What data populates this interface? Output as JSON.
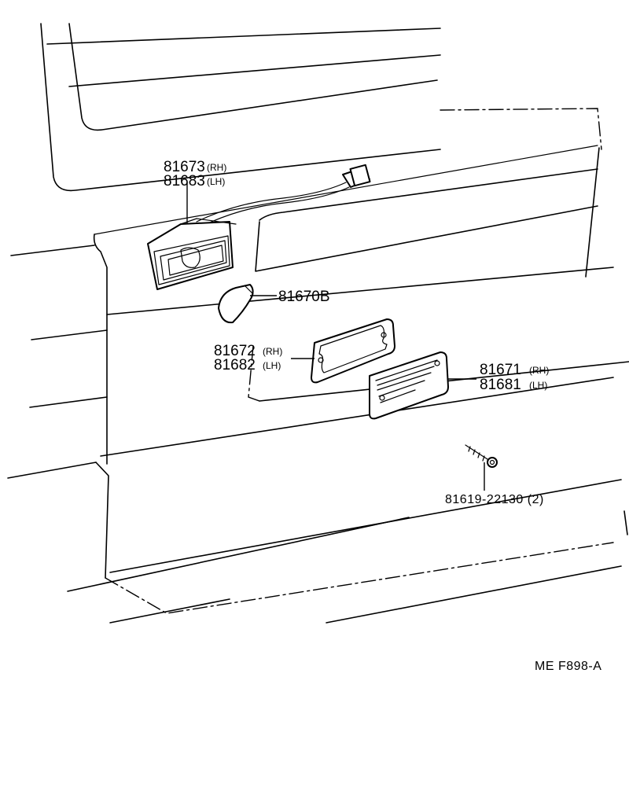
{
  "labels": {
    "housing": {
      "rh": "81673",
      "rh_suffix": "(RH)",
      "lh": "81683",
      "lh_suffix": "(LH)"
    },
    "bulb": "81670B",
    "gasket": {
      "rh": "81672",
      "rh_suffix": "(RH)",
      "lh": "81682",
      "lh_suffix": "(LH)"
    },
    "lens": {
      "rh": "81671",
      "rh_suffix": "(RH)",
      "lh": "81681",
      "lh_suffix": "(LH)"
    },
    "screw": "81619-22130 (2)"
  },
  "figure_code": "ME  F898-A"
}
